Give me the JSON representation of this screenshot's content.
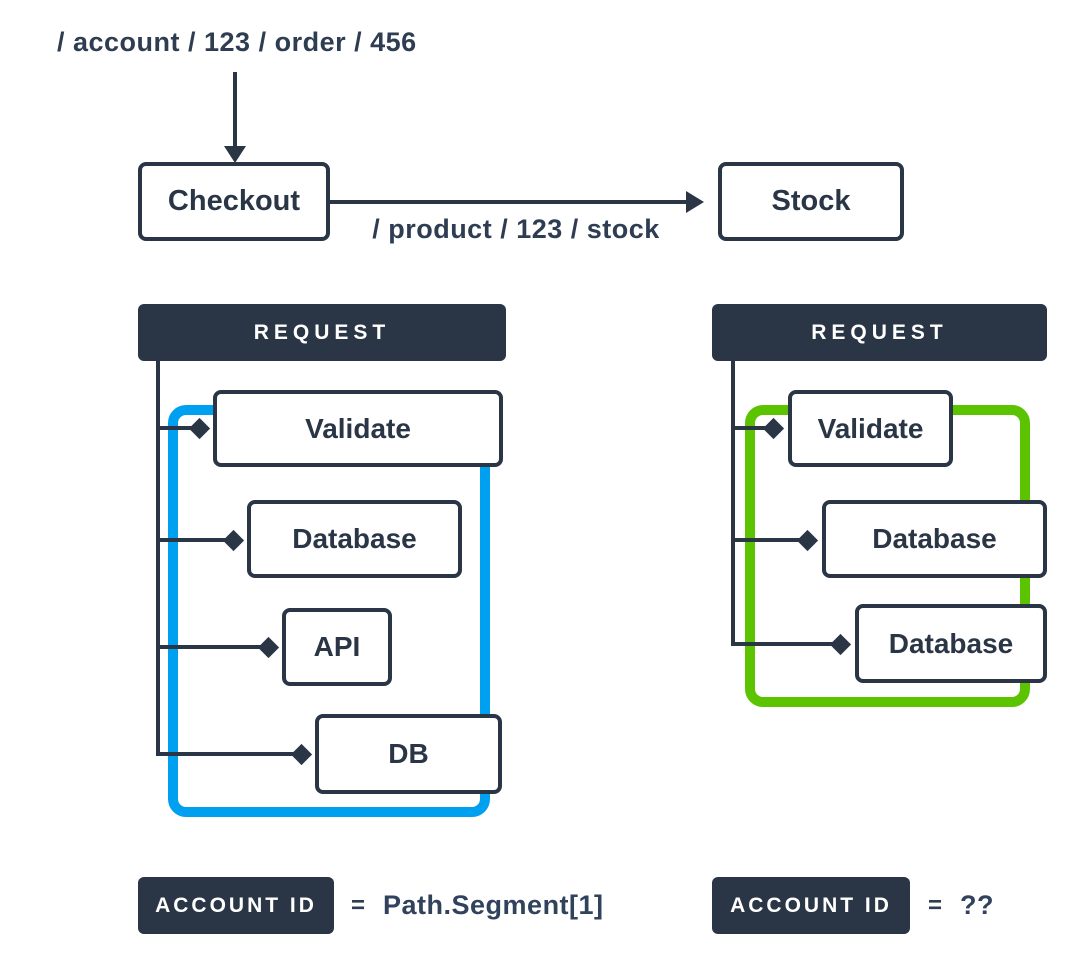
{
  "page": {
    "background_color": "#ffffff",
    "navy_color": "#2a3645",
    "text_color": "#2e3d52"
  },
  "flow": {
    "incoming_path": "/ account / 123 / order / 456",
    "checkout_service": "Checkout",
    "stock_service": "Stock",
    "edge_path": "/ product / 123 / stock"
  },
  "icons": {
    "down_arrow": "down-arrow",
    "right_arrow": "right-arrow",
    "connector": "diamond"
  },
  "traces": [
    {
      "header": "REQUEST",
      "accent_color": "#00a0f0",
      "spans": [
        {
          "label": "Validate"
        },
        {
          "label": "Database"
        },
        {
          "label": "API"
        },
        {
          "label": "DB"
        }
      ],
      "account_id": {
        "label": "ACCOUNT ID",
        "equals": "=",
        "value": "Path.Segment[1]"
      }
    },
    {
      "header": "REQUEST",
      "accent_color": "#5cc301",
      "spans": [
        {
          "label": "Validate"
        },
        {
          "label": "Database"
        },
        {
          "label": "Database"
        }
      ],
      "account_id": {
        "label": "ACCOUNT ID",
        "equals": "=",
        "value": "??"
      }
    }
  ]
}
